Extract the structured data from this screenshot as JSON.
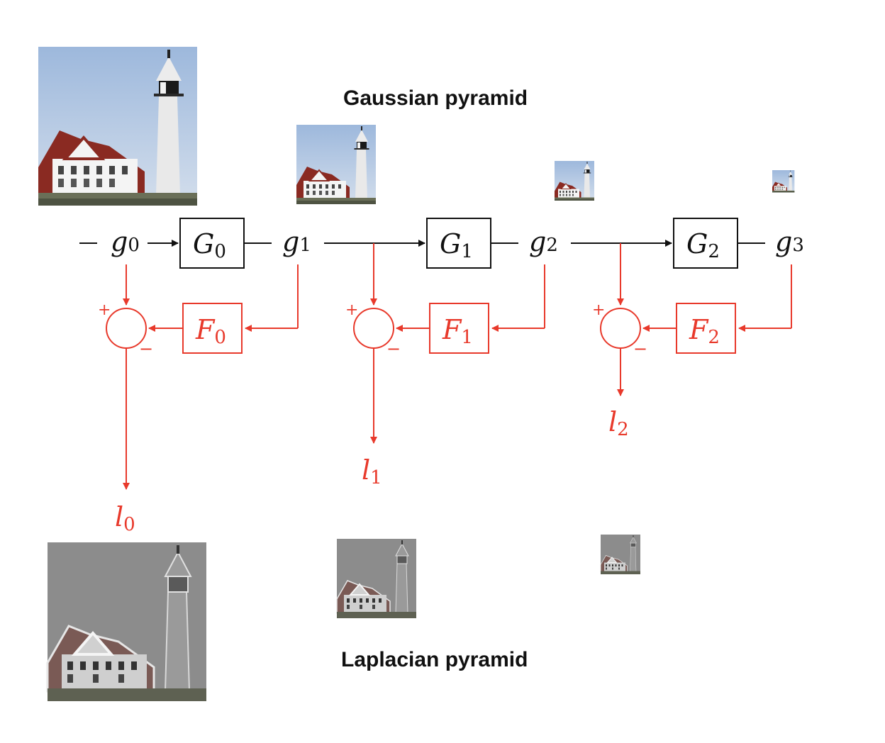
{
  "titles": {
    "gaussian": "Gaussian pyramid",
    "laplacian": "Laplacian pyramid"
  },
  "colors": {
    "black": "#111111",
    "red": "#e8392b",
    "sky_top": "#9db8dc",
    "sky_bottom": "#c9d7ea",
    "roof": "#8a2a22",
    "laplacian_bg": "#8c8c8c"
  },
  "gaussian": {
    "signals": [
      {
        "base": "g",
        "sub": "0"
      },
      {
        "base": "g",
        "sub": "1"
      },
      {
        "base": "g",
        "sub": "2"
      },
      {
        "base": "g",
        "sub": "3"
      }
    ],
    "blocks": [
      {
        "base": "G",
        "sub": "0"
      },
      {
        "base": "G",
        "sub": "1"
      },
      {
        "base": "G",
        "sub": "2"
      }
    ]
  },
  "laplacian": {
    "filters": [
      {
        "base": "F",
        "sub": "0"
      },
      {
        "base": "F",
        "sub": "1"
      },
      {
        "base": "F",
        "sub": "2"
      }
    ],
    "outputs": [
      {
        "base": "l",
        "sub": "0"
      },
      {
        "base": "l",
        "sub": "1"
      },
      {
        "base": "l",
        "sub": "2"
      }
    ],
    "plus_sign": "+",
    "minus_sign": "−"
  },
  "images": {
    "gaussian": [
      "lighthouse-g0",
      "lighthouse-g1",
      "lighthouse-g2",
      "lighthouse-g3"
    ],
    "laplacian": [
      "lighthouse-l0",
      "lighthouse-l1",
      "lighthouse-l2"
    ]
  }
}
